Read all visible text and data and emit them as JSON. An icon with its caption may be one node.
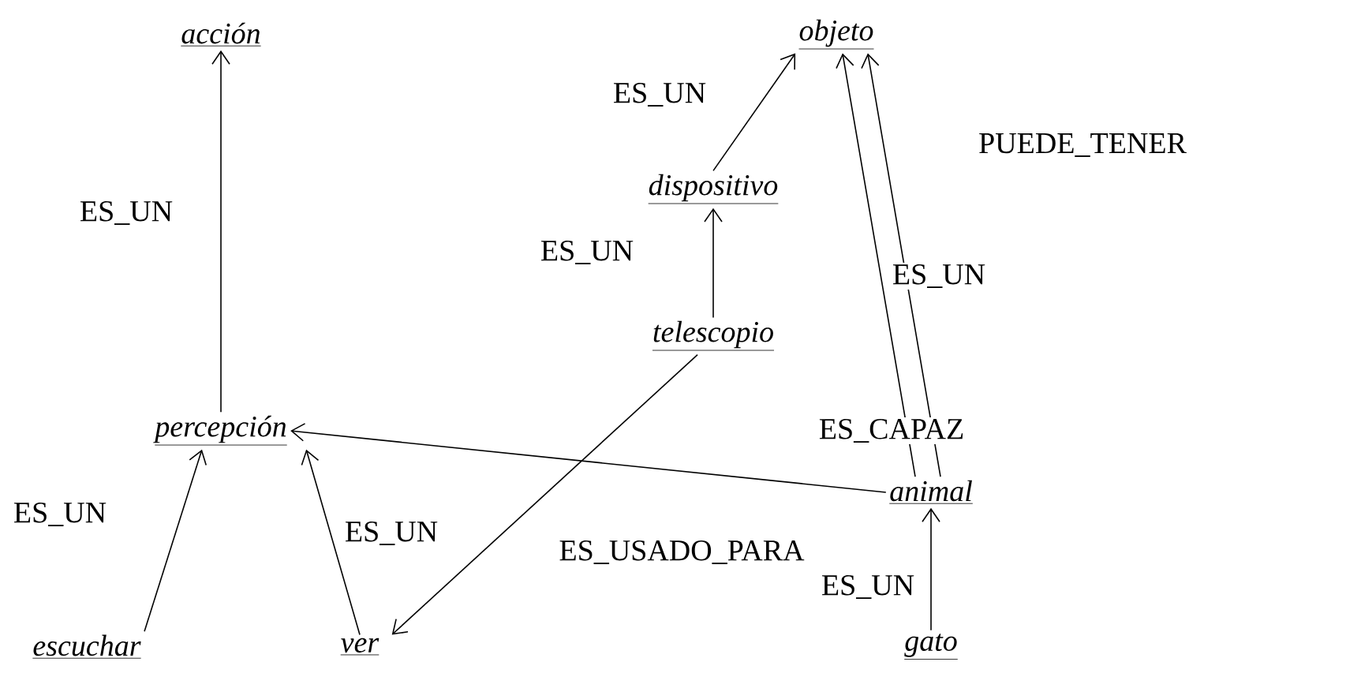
{
  "diagram": {
    "nodes": [
      {
        "text": [
          "*acción*"
        ]
      },
      {
        "text": [
          "*objeto*"
        ]
      },
      {
        "text": [
          "*dispositivo*"
        ]
      },
      {
        "text": [
          "*telescopio*"
        ]
      },
      {
        "text": [
          "*percepción*"
        ]
      },
      {
        "text": [
          "*animal*"
        ]
      },
      {
        "text": [
          "*escuchar*"
        ]
      },
      {
        "text": [
          "*ver*"
        ]
      },
      {
        "text": [
          "*gato*"
        ]
      }
    ],
    "edges": [
      {
        "from": 4,
        "to": 0,
        "arrow": "to",
        "label": "ES_UN"
      },
      {
        "from": 2,
        "to": 1,
        "arrow": "to",
        "label": "ES_UN"
      },
      {
        "from": 3,
        "to": 2,
        "arrow": "to",
        "label": "ES_UN"
      },
      {
        "from": 5,
        "to": 1,
        "arrow": "to",
        "label": "ES_UN"
      },
      {
        "from": 5,
        "to": 1,
        "arrow": "to",
        "label": "PUEDE_TENER"
      },
      {
        "from": 5,
        "to": 4,
        "arrow": "to",
        "label": "ES_CAPAZ"
      },
      {
        "from": 3,
        "to": 7,
        "arrow": "to",
        "label": "ES_USADO_PARA"
      },
      {
        "from": 6,
        "to": 4,
        "arrow": "to",
        "label": "ES_UN"
      },
      {
        "from": 7,
        "to": 4,
        "arrow": "to",
        "label": "ES_UN"
      },
      {
        "from": 8,
        "to": 5,
        "arrow": "to",
        "label": "ES_UN"
      }
    ]
  }
}
